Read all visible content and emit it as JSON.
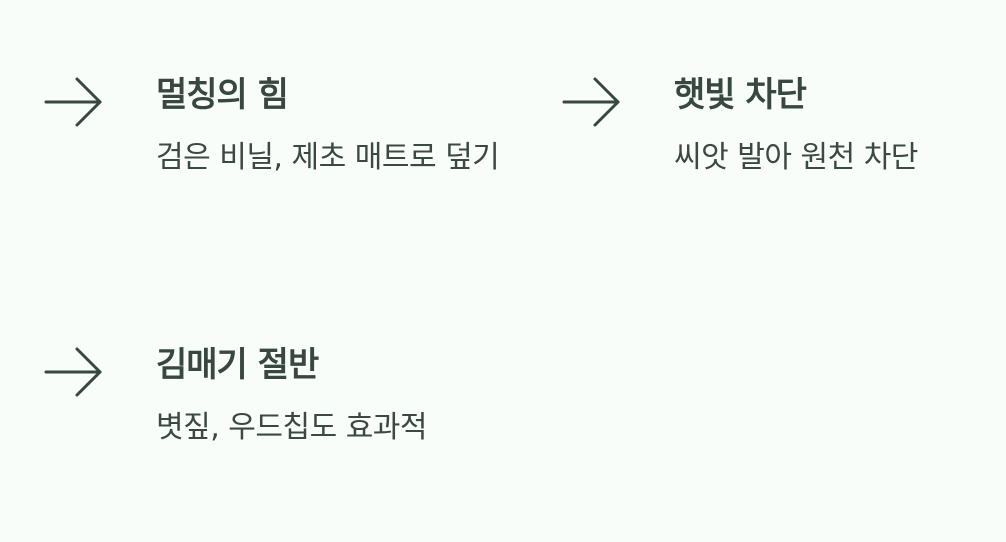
{
  "items": [
    {
      "icon": "arrow-right-icon",
      "title": "멀칭의 힘",
      "description": "검은 비닐, 제초 매트로 덮기"
    },
    {
      "icon": "arrow-right-icon",
      "title": "햇빛 차단",
      "description": "씨앗 발아 원천 차단"
    },
    {
      "icon": "arrow-right-icon",
      "title": "김매기 절반",
      "description": "볏짚, 우드칩도 효과적"
    }
  ],
  "colors": {
    "background": "#f8fdf9",
    "text": "#38473f"
  }
}
